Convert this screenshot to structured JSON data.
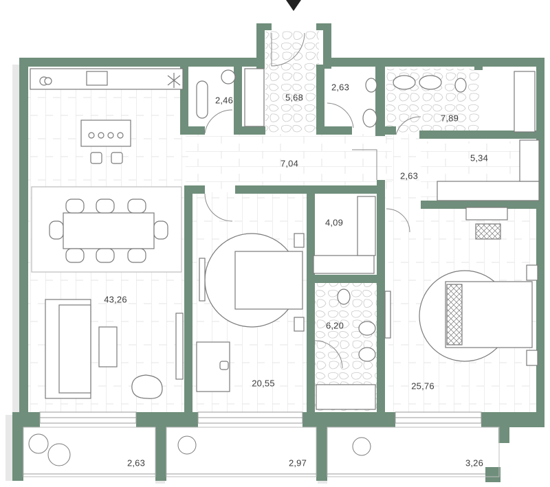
{
  "plan": {
    "wall_color": "#6f8e7b",
    "shadow_color": "#e6e6e6",
    "floor_line_color": "#dcdcdc",
    "furniture_color": "#7a7a7a",
    "entrance_marker": "entrance-arrow-icon"
  },
  "rooms": [
    {
      "id": "kitchen-living",
      "area": "43,26"
    },
    {
      "id": "toilet",
      "area": "2,46"
    },
    {
      "id": "vestibule",
      "area": "5,68"
    },
    {
      "id": "wc",
      "area": "2,63"
    },
    {
      "id": "bathroom-main",
      "area": "7,89"
    },
    {
      "id": "hall",
      "area": "7,04"
    },
    {
      "id": "wardrobe-right",
      "area": "5,34"
    },
    {
      "id": "corridor",
      "area": "2,63"
    },
    {
      "id": "closet",
      "area": "4,09"
    },
    {
      "id": "bathroom-small",
      "area": "6,20"
    },
    {
      "id": "bedroom-middle",
      "area": "20,55"
    },
    {
      "id": "bedroom-right",
      "area": "25,76"
    },
    {
      "id": "balcony-left",
      "area": "2,63"
    },
    {
      "id": "balcony-middle",
      "area": "2,97"
    },
    {
      "id": "balcony-right",
      "area": "3,26"
    }
  ]
}
